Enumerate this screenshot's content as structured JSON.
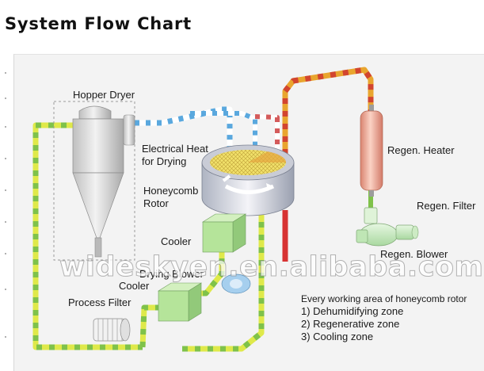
{
  "title": "System Flow Chart",
  "labels": {
    "hopper_dryer": "Hopper Dryer",
    "electrical_heat": "Electrical Heat",
    "for_drying": "for Drying",
    "honeycomb": "Honeycomb",
    "rotor": "Rotor",
    "cooler_top": "Cooler",
    "drying_blower": "Drying Blower",
    "cooler_bottom": "Cooler",
    "process_filter": "Process Filter",
    "regen_heater": "Regen. Heater",
    "regen_filter": "Regen. Filter",
    "regen_blower": "Regen. Blower"
  },
  "notes": {
    "heading": "Every working area of honeycomb rotor",
    "items": [
      "1) Dehumidifying zone",
      "2) Regenerative zone",
      "3) Cooling zone"
    ]
  },
  "watermark": "wideskyen.en.alibaba.com",
  "colors": {
    "dry_air_pipe": "#dfe94a",
    "dry_air_stripe": "#7fc24a",
    "process_pipe": "#ffffff",
    "process_stripe": "#5aa8de",
    "regen_pipe": "#e9a52e",
    "regen_stripe": "#d2452f",
    "regen_return": "#d73232",
    "cooler_box": "#b5e49a",
    "heater": "#f3b39c",
    "blower": "#c9ecc1"
  }
}
